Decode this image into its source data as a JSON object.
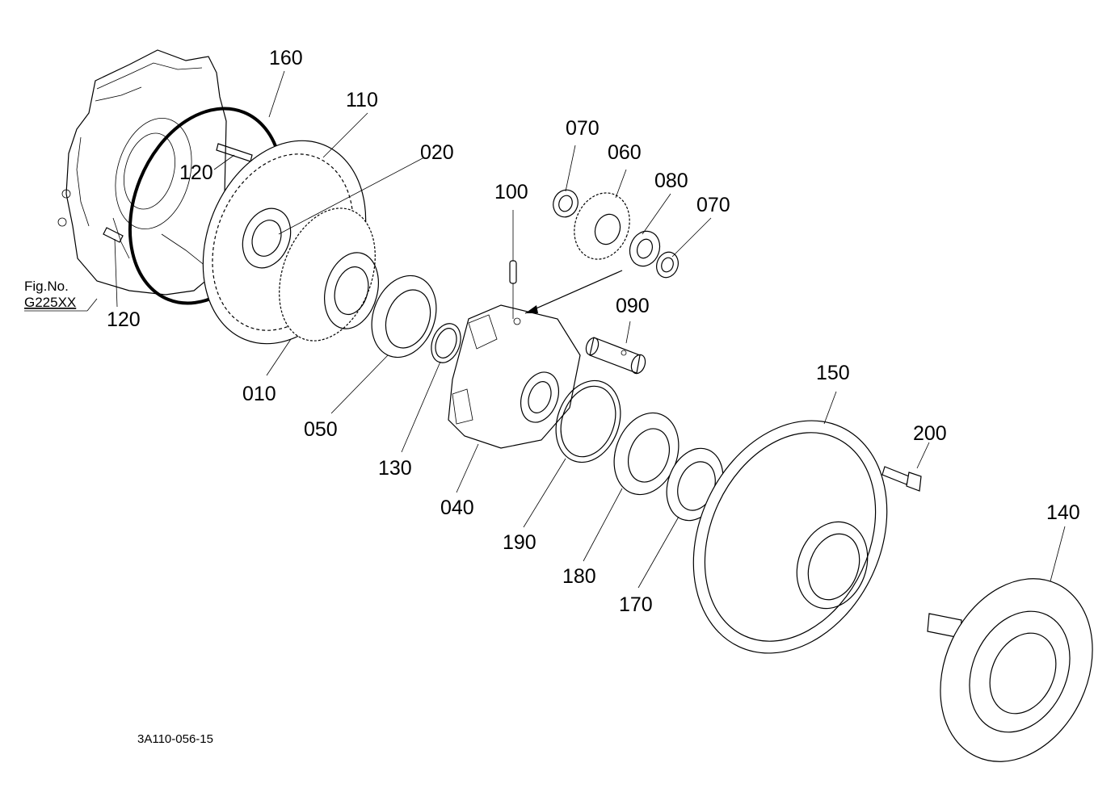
{
  "figure": {
    "fig_no_title": "Fig.No.",
    "fig_no_value": "G225XX",
    "drawing_id": "3A110-056-15"
  },
  "callouts": {
    "c160": "160",
    "c110": "110",
    "c020": "020",
    "c120_top": "120",
    "c120_bottom": "120",
    "c010": "010",
    "c070_left": "070",
    "c060": "060",
    "c080": "080",
    "c070_right": "070",
    "c100": "100",
    "c090": "090",
    "c050": "050",
    "c130": "130",
    "c040": "040",
    "c190": "190",
    "c180": "180",
    "c170": "170",
    "c150": "150",
    "c200": "200",
    "c140": "140"
  }
}
